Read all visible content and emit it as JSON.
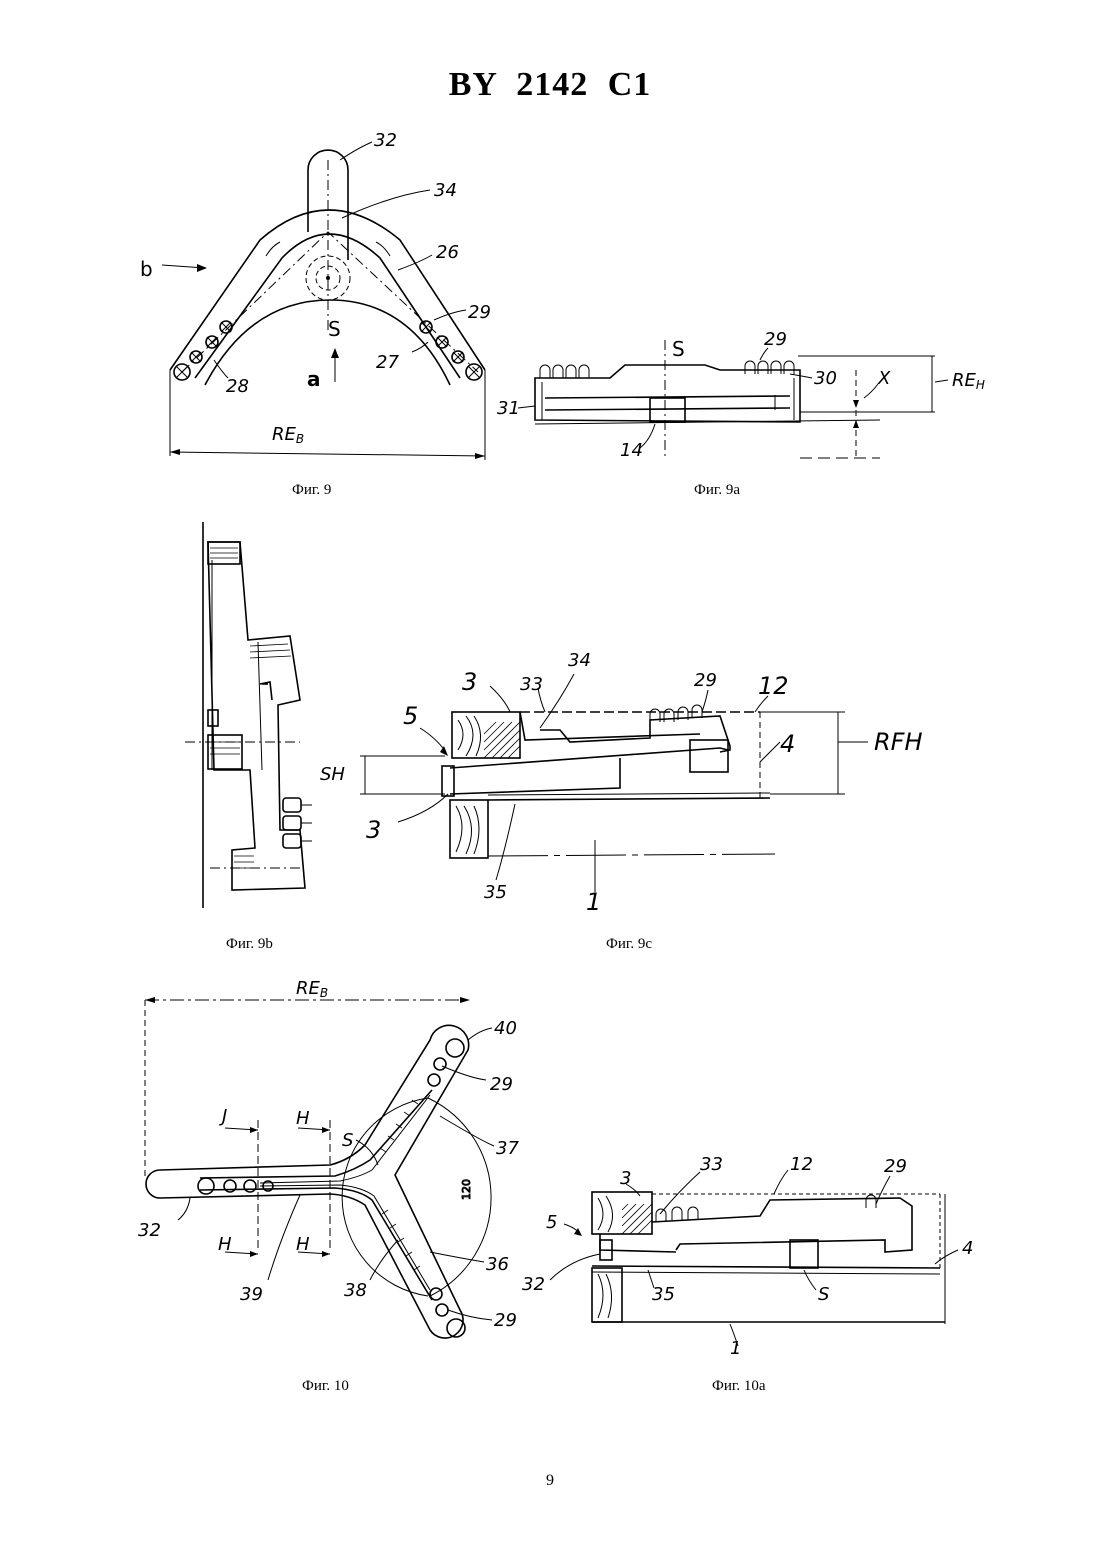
{
  "header": {
    "title": "BY  2142  C1"
  },
  "page_number": "9",
  "figures": {
    "fig9": {
      "caption": "Фиг. 9",
      "labels": {
        "n32": "32",
        "n34": "34",
        "n26": "26",
        "n29": "29",
        "n27": "27",
        "n28": "28",
        "b": "b",
        "a": "a",
        "S": "S",
        "reb": "RE",
        "reb_sub": "B"
      }
    },
    "fig9a": {
      "caption": "Фиг. 9а",
      "labels": {
        "S": "S",
        "n29": "29",
        "n30": "30",
        "n31": "31",
        "n14": "14",
        "x": "X",
        "reh": "RE",
        "reh_sub": "H"
      }
    },
    "fig9b": {
      "caption": "Фиг. 9b"
    },
    "fig9c": {
      "caption": "Фиг. 9c",
      "labels": {
        "n3a": "3",
        "n33": "33",
        "n34": "34",
        "n29": "29",
        "n12": "12",
        "n5": "5",
        "n4": "4",
        "sh": "SH",
        "rfh": "RFH",
        "n3b": "3",
        "n35": "35",
        "n1": "1"
      }
    },
    "fig10": {
      "caption": "Фиг. 10",
      "labels": {
        "reb": "RE",
        "reb_sub": "B",
        "n40": "40",
        "n29a": "29",
        "J": "J",
        "H1": "H",
        "S": "S",
        "n37": "37",
        "angle": "120",
        "n32": "32",
        "H2": "H",
        "H3": "H",
        "n36": "36",
        "n39": "39",
        "n38": "38",
        "n29b": "29"
      }
    },
    "fig10a": {
      "caption": "Фиг. 10а",
      "labels": {
        "n3": "3",
        "n33": "33",
        "n12": "12",
        "n29": "29",
        "n5": "5",
        "n4": "4",
        "n32": "32",
        "n35": "35",
        "S": "S",
        "n1": "1"
      }
    }
  }
}
